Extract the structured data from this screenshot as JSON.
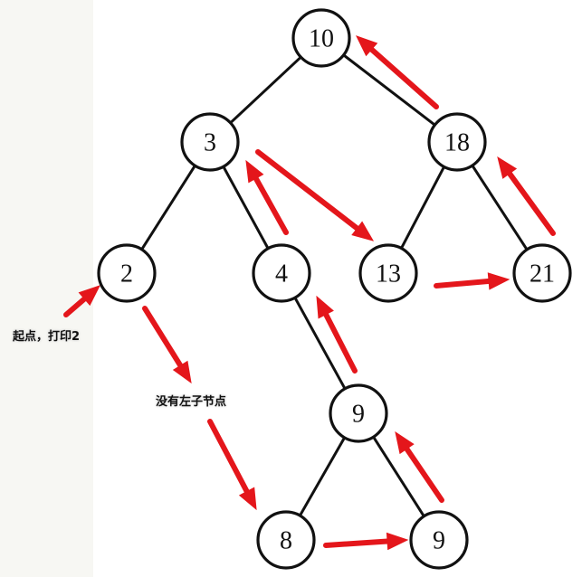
{
  "tree": {
    "nodes": [
      {
        "id": "n10",
        "label": "10"
      },
      {
        "id": "n3",
        "label": "3"
      },
      {
        "id": "n18",
        "label": "18"
      },
      {
        "id": "n2",
        "label": "2"
      },
      {
        "id": "n4",
        "label": "4"
      },
      {
        "id": "n13",
        "label": "13"
      },
      {
        "id": "n21",
        "label": "21"
      },
      {
        "id": "n9a",
        "label": "9"
      },
      {
        "id": "n8",
        "label": "8"
      },
      {
        "id": "n9b",
        "label": "9"
      }
    ],
    "edges": [
      [
        "n10",
        "n3"
      ],
      [
        "n10",
        "n18"
      ],
      [
        "n3",
        "n2"
      ],
      [
        "n3",
        "n4"
      ],
      [
        "n18",
        "n13"
      ],
      [
        "n18",
        "n21"
      ],
      [
        "n4",
        "n9a"
      ],
      [
        "n9a",
        "n8"
      ],
      [
        "n9a",
        "n9b"
      ]
    ]
  },
  "annotations": {
    "start": "起点，打印2",
    "no_left_child": "没有左子节点"
  },
  "colors": {
    "arrow": "#e4161b",
    "node_stroke": "#111111",
    "background": "#ffffff"
  }
}
